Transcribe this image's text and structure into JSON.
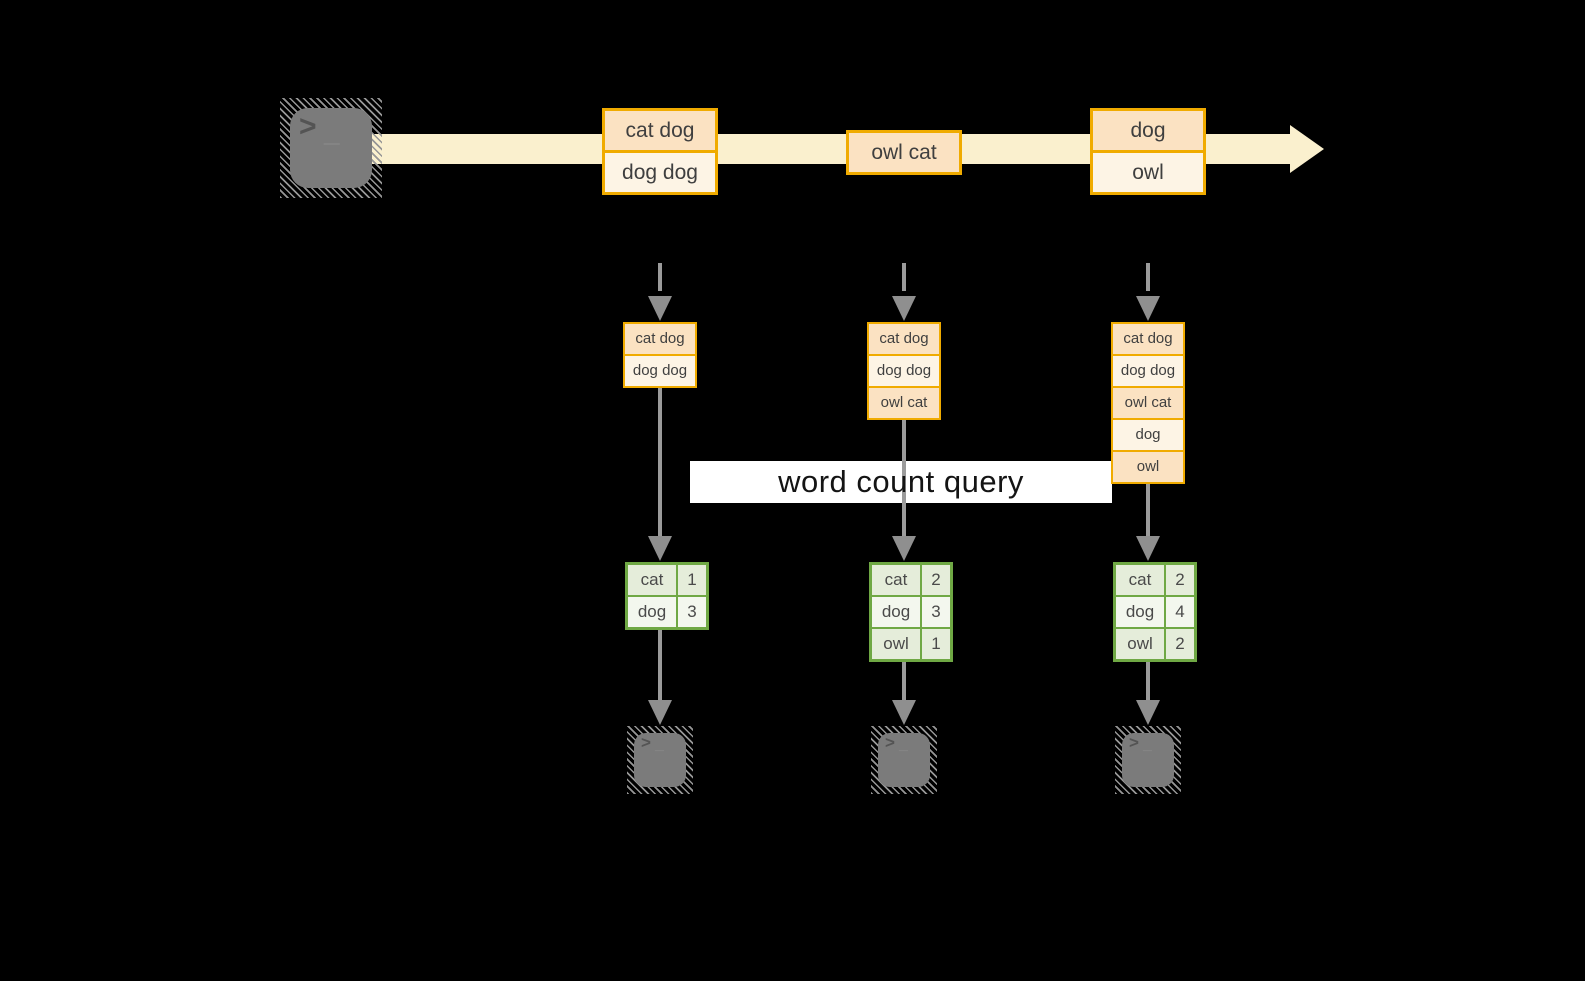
{
  "query_label": "word count query",
  "terminal": {
    "prompt": ">",
    "cursor": "_"
  },
  "stream": {
    "boxes": [
      {
        "rows": [
          "cat dog",
          "dog dog"
        ]
      },
      {
        "rows": [
          "owl cat"
        ]
      },
      {
        "rows": [
          "dog",
          "owl"
        ]
      }
    ]
  },
  "buffers": [
    {
      "rows": [
        "cat dog",
        "dog dog"
      ]
    },
    {
      "rows": [
        "cat dog",
        "dog dog",
        "owl cat"
      ]
    },
    {
      "rows": [
        "cat dog",
        "dog dog",
        "owl cat",
        "dog",
        "owl"
      ]
    }
  ],
  "tables": [
    {
      "rows": [
        {
          "word": "cat",
          "count": "1"
        },
        {
          "word": "dog",
          "count": "3"
        }
      ]
    },
    {
      "rows": [
        {
          "word": "cat",
          "count": "2"
        },
        {
          "word": "dog",
          "count": "3"
        },
        {
          "word": "owl",
          "count": "1"
        }
      ]
    },
    {
      "rows": [
        {
          "word": "cat",
          "count": "2"
        },
        {
          "word": "dog",
          "count": "4"
        },
        {
          "word": "owl",
          "count": "2"
        }
      ]
    }
  ],
  "colors": {
    "bg": "#000000",
    "band": "#FAF0CE",
    "orange-border": "#F0AB00",
    "row-peach": "#FBE2C2",
    "row-cream": "#FDF4E5",
    "green-border": "#6FA844",
    "cell-green": "#E5EDDA",
    "cell-green-light": "#F3F7EE",
    "arrow": "#9B9B9B",
    "arrowhead": "#8F8F8F",
    "terminal-fill": "#7B7B7B",
    "hatch": "#969696",
    "glyph": "#545454",
    "label-bg": "#FFFFFF",
    "label-fg": "#141414",
    "text-dark": "#3F3F3F",
    "text-table": "#4A4A4A"
  }
}
